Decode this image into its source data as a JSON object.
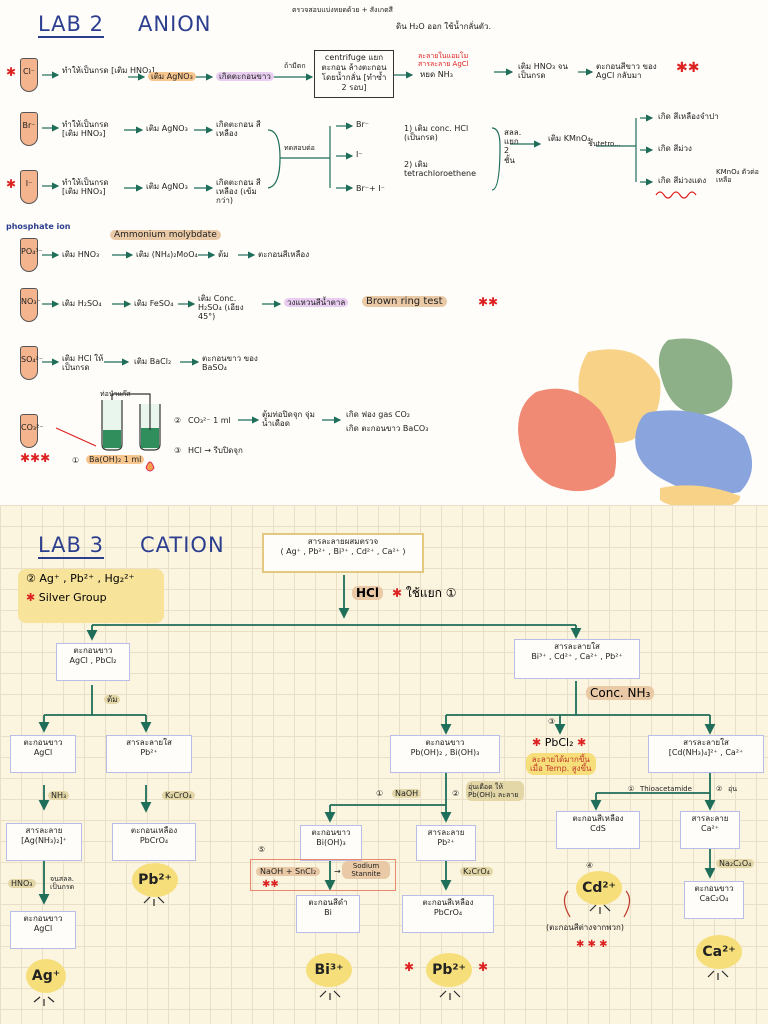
{
  "lab2": {
    "title": "LAB 2",
    "subtitle": "ANION",
    "top_note_1": "ตรวจสอบแบ่งหยดด้วย + สังเกตสี",
    "top_note_2": "ดิน H₂O ออก ใช้น้ำกลั่นตัว.",
    "rows": {
      "cl": {
        "ion": "Cl⁻",
        "step1": "ทำให้เป็นกรด [เติม HNO₃]",
        "reagent": "เติม AgNO₃",
        "result": "เกิดตะกอนขาว",
        "note": "ถ้ามีตก",
        "box": "centrifuge แยกตะกอน ล้างตะกอน โดยน้ำกลั่น [ทำซ้ำ 2 รอบ]",
        "nh3": "หยด NH₃",
        "nh3_note": "ละลายในแอมโม สารละลาย AgCl",
        "hno3": "เติม HNO₃ จนเป็นกรด",
        "final": "ตะกอนสีขาว ของ AgCl กลับมา"
      },
      "br": {
        "ion": "Br⁻",
        "step1": "ทำให้เป็นกรด [เติม HNO₃]",
        "reagent": "เติม AgNO₃",
        "result": "เกิดตะกอน สีเหลือง"
      },
      "i": {
        "ion": "I⁻",
        "step1": "ทำให้เป็นกรด [เติม HNO₃]",
        "reagent": "เติม AgNO₃",
        "result": "เกิดตะกอน สีเหลือง (เข้มกว่า)"
      },
      "mix": {
        "label": "ทดสอบต่อ",
        "b1": "Br⁻",
        "b2": "I⁻",
        "b3": "Br⁻+ I⁻",
        "s1": "1) เติม conc. HCl (เป็นกรด)",
        "s2": "2) เติม tetrachloroethene",
        "sep": "สลล. แยก 2 ชั้น",
        "kmno4": "เติม KMnO₄",
        "kmno4_note": "ชั้นtetro...",
        "o1": "เกิด สีเหลืองจำปา",
        "o2": "เกิด สีม่วง",
        "o3": "เกิด สีม่วงแดง",
        "o3_note": "KMnO₄ ตัวต่อ เหลือ"
      }
    },
    "phosphate": {
      "heading": "phosphate ion",
      "ion": "PO₄³⁻",
      "reagent_name": "Ammonium molybdate",
      "s1": "เติม HNO₃",
      "s2": "เติม (NH₄)₂MoO₄",
      "s3": "ต้ม",
      "result": "ตะกอนสีเหลือง"
    },
    "nitrate": {
      "ion": "NO₃⁻",
      "s1": "เติม H₂SO₄",
      "s2": "เติม FeSO₄",
      "s3": "เติม Conc. H₂SO₄ (เอียง 45°)",
      "result": "วงแหวนสีน้ำตาล",
      "name": "Brown ring test"
    },
    "sulfate": {
      "ion": "SO₄²⁻",
      "s1": "เติม HCl ให้เป็นกรด",
      "s2": "เติม BaCl₂",
      "result": "ตะกอนขาว ของ BaSO₄"
    },
    "carbonate": {
      "ion": "CO₃²⁻",
      "tube_label": "ท่อนำแก๊ส",
      "step1": "Ba(OH)₂ 1 ml",
      "step2": "CO₃²⁻ 1 ml",
      "step3": "HCl → รีบปิดจุก",
      "step4": "ต้มท่อปิดจุก จุ่มน้ำเดือด",
      "r1": "เกิด ฟอง gas CO₂",
      "r2": "เกิด ตะกอนขาว BaCO₃",
      "n1": "①",
      "n2": "②",
      "n3": "③"
    }
  },
  "lab3": {
    "title": "LAB 3",
    "subtitle": "CATION",
    "top_box": "สารละลายผสมตรวจ",
    "top_box_ions": "( Ag⁺ , Pb²⁺ , Bi³⁺ , Cd²⁺ , Ca²⁺ )",
    "group_num": "②",
    "group_ions": "Ag⁺ , Pb²⁺ , Hg₂²⁺",
    "group_name": "Silver Group",
    "hcl": "HCl",
    "hcl_note": "ใช้แยก ①",
    "left_ppt": "ตะกอนขาว",
    "left_ppt_f": "AgCl , PbCl₂",
    "boil": "ต้ม",
    "right_sol": "สารละลายใส",
    "right_sol_f": "Bi³⁺ , Cd²⁺ , Ca²⁺ , Pb²⁺",
    "conc_nh3": "Conc. NH₃",
    "agcl_box": "ตะกอนขาว",
    "agcl_f": "AgCl",
    "pb_sol": "สารละลายใส",
    "pb_sol_f": "Pb²⁺",
    "nh3": "NH₃",
    "k2cro4": "K₂CrO₄",
    "complex": "สารละลาย",
    "complex_f": "[Ag(NH₃)₂]⁺",
    "pbcro4_box": "ตะกอนเหลือง",
    "pbcro4_f": "PbCrO₄",
    "hno3": "HNO₃",
    "until_acid": "จนสลล. เป็นกรด",
    "agcl2_box": "ตะกอนขาว",
    "agcl2_f": "AgCl",
    "ag_final": "Ag⁺",
    "pb_final_1": "Pb²⁺",
    "mid_ppt": "ตะกอนขาว",
    "mid_ppt_f": "Pb(OH)₂ , Bi(OH)₃",
    "pbcl2_num": "③",
    "pbcl2": "PbCl₂",
    "pbcl2_note_1": "ละลายได้มากขึ้น",
    "pbcl2_note_2": "เมื่อ Temp. สูงขึ้น",
    "right_sol2": "สารละลายใส",
    "right_sol2_f": "[Cd(NH₃)₄]²⁺ , Ca²⁺",
    "naoh_num": "①",
    "naoh": "NaOH",
    "num2": "②",
    "warm_note": "อุ่นเดือด ให้ Pb(OH)₂ ละลาย",
    "thio_num": "①",
    "thio": "Thioacetamide",
    "warm2_num": "②",
    "warm2": "อุ่น",
    "bioh_box": "ตะกอนขาว",
    "bioh_f": "Bi(OH)₃",
    "pb2_sol": "สารละลาย",
    "pb2_sol_f": "Pb²⁺",
    "cds_box": "ตะกอนสีเหลือง",
    "cds_f": "CdS",
    "ca_sol": "สารละลาย",
    "ca_sol_f": "Ca²⁺",
    "stannite_num": "⑤",
    "stannite_reagent": "NaOH + SnCl₂",
    "stannite_arrow": "→",
    "stannite_name": "Sodium Stannite",
    "k2cro4_2": "K₂CrO₄",
    "na2c2o4": "Na₂C₂O₄",
    "cd_num": "④",
    "cd_final": "Cd²⁺",
    "cd_note": "(ตะกอนสีต่างจากพวก)",
    "bi_black_box": "ตะกอนสีดำ",
    "bi_black_f": "Bi",
    "pbcro4_2_box": "ตะกอนสีเหลือง",
    "pbcro4_2_f": "PbCrO₄",
    "cac2o4_box": "ตะกอนขาว",
    "cac2o4_f": "CaC₂O₄",
    "bi_final": "Bi³⁺",
    "pb_final_2": "Pb²⁺",
    "ca_final": "Ca²⁺"
  },
  "colors": {
    "title": "#2c3f8f",
    "arrow": "#1f6e5a",
    "box_border": "#b9bde8",
    "star": "#d22222",
    "circle": "#f6df7a",
    "grid": "#e8dfc6"
  }
}
